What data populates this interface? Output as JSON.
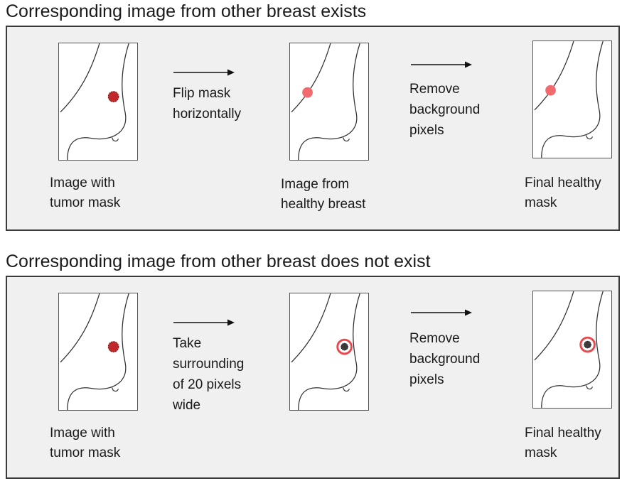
{
  "sections": [
    {
      "title": "Corresponding image from other breast exists",
      "images": [
        {
          "caption": "Image with\ntumor mask",
          "mask": "tumor"
        },
        {
          "caption": "Image from\nhealthy breast",
          "mask": "healthy-spot"
        },
        {
          "caption": "Final healthy\nmask",
          "mask": "healthy-spot"
        }
      ],
      "steps": [
        {
          "text": "Flip mask\nhorizontally"
        },
        {
          "text": "Remove\nbackground\npixels"
        }
      ]
    },
    {
      "title": "Corresponding image from other breast does not exist",
      "images": [
        {
          "caption": "Image with\ntumor mask",
          "mask": "tumor"
        },
        {
          "caption": "",
          "mask": "ring"
        },
        {
          "caption": "Final healthy\nmask",
          "mask": "ring"
        }
      ],
      "steps": [
        {
          "text": "Take\nsurrounding\nof 20 pixels\nwide"
        },
        {
          "text": "Remove\nbackground\npixels"
        }
      ]
    }
  ],
  "colors": {
    "tumor": "#c0282b",
    "healthy_mask": "#f26a6e",
    "ring": "#e8474c",
    "panel_background": "#f0f0f0",
    "outline": "#333333"
  },
  "icons": {
    "breast_outline": "mammogram-outline-icon",
    "arrow": "right-arrow-icon"
  }
}
